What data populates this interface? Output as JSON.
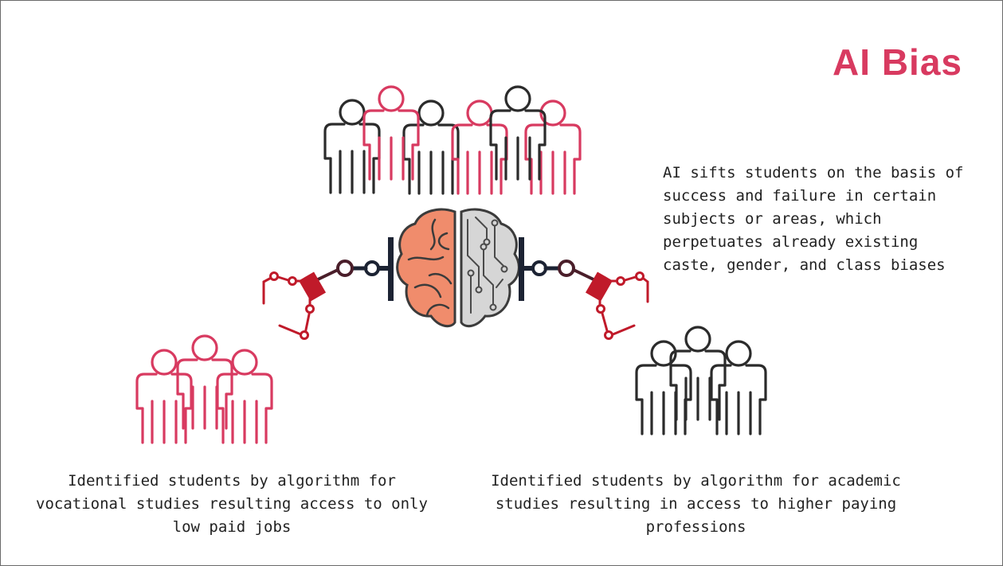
{
  "title": "AI Bias",
  "description": "AI sifts students on the basis of\nsuccess and failure in certain\nsubjects or areas, which\nperpetuates already existing\ncaste, gender, and class biases",
  "captions": {
    "vocational": "Identified students by algorithm for vocational studies resulting access to only low paid jobs",
    "academic": "Identified students by algorithm for academic studies resulting in access to higher paying professions"
  },
  "colors": {
    "accent": "#d83a60",
    "dark": "#2b2b2b",
    "brain_left": "#f08c6c",
    "brain_right": "#d6d6d6",
    "arm_red": "#c01a2a",
    "clamp": "#1c2333"
  },
  "icons": {
    "top_group": "people-group-icon",
    "vocational_group": "people-group-icon",
    "academic_group": "people-group-icon",
    "brain": "brain-circuit-icon",
    "left_arm": "robot-arm-icon",
    "right_arm": "robot-arm-icon"
  }
}
